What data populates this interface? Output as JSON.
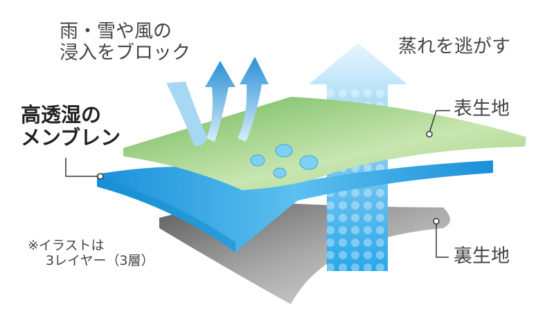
{
  "labels": {
    "block_line1": "雨・雪や風の",
    "block_line2": "浸入をブロック",
    "vapor": "蒸れを逃がす",
    "outer": "表生地",
    "membrane_line1": "高透湿の",
    "membrane_line2": "メンブレン",
    "inner": "裏生地",
    "note_line1": "※イラストは",
    "note_line2": "3レイヤー（3層）"
  },
  "colors": {
    "outer_layer": "#8cc86e",
    "membrane_layer": "#1e9ee0",
    "inner_layer": "#8a8a8a",
    "arrow": "#5ab4e8"
  }
}
